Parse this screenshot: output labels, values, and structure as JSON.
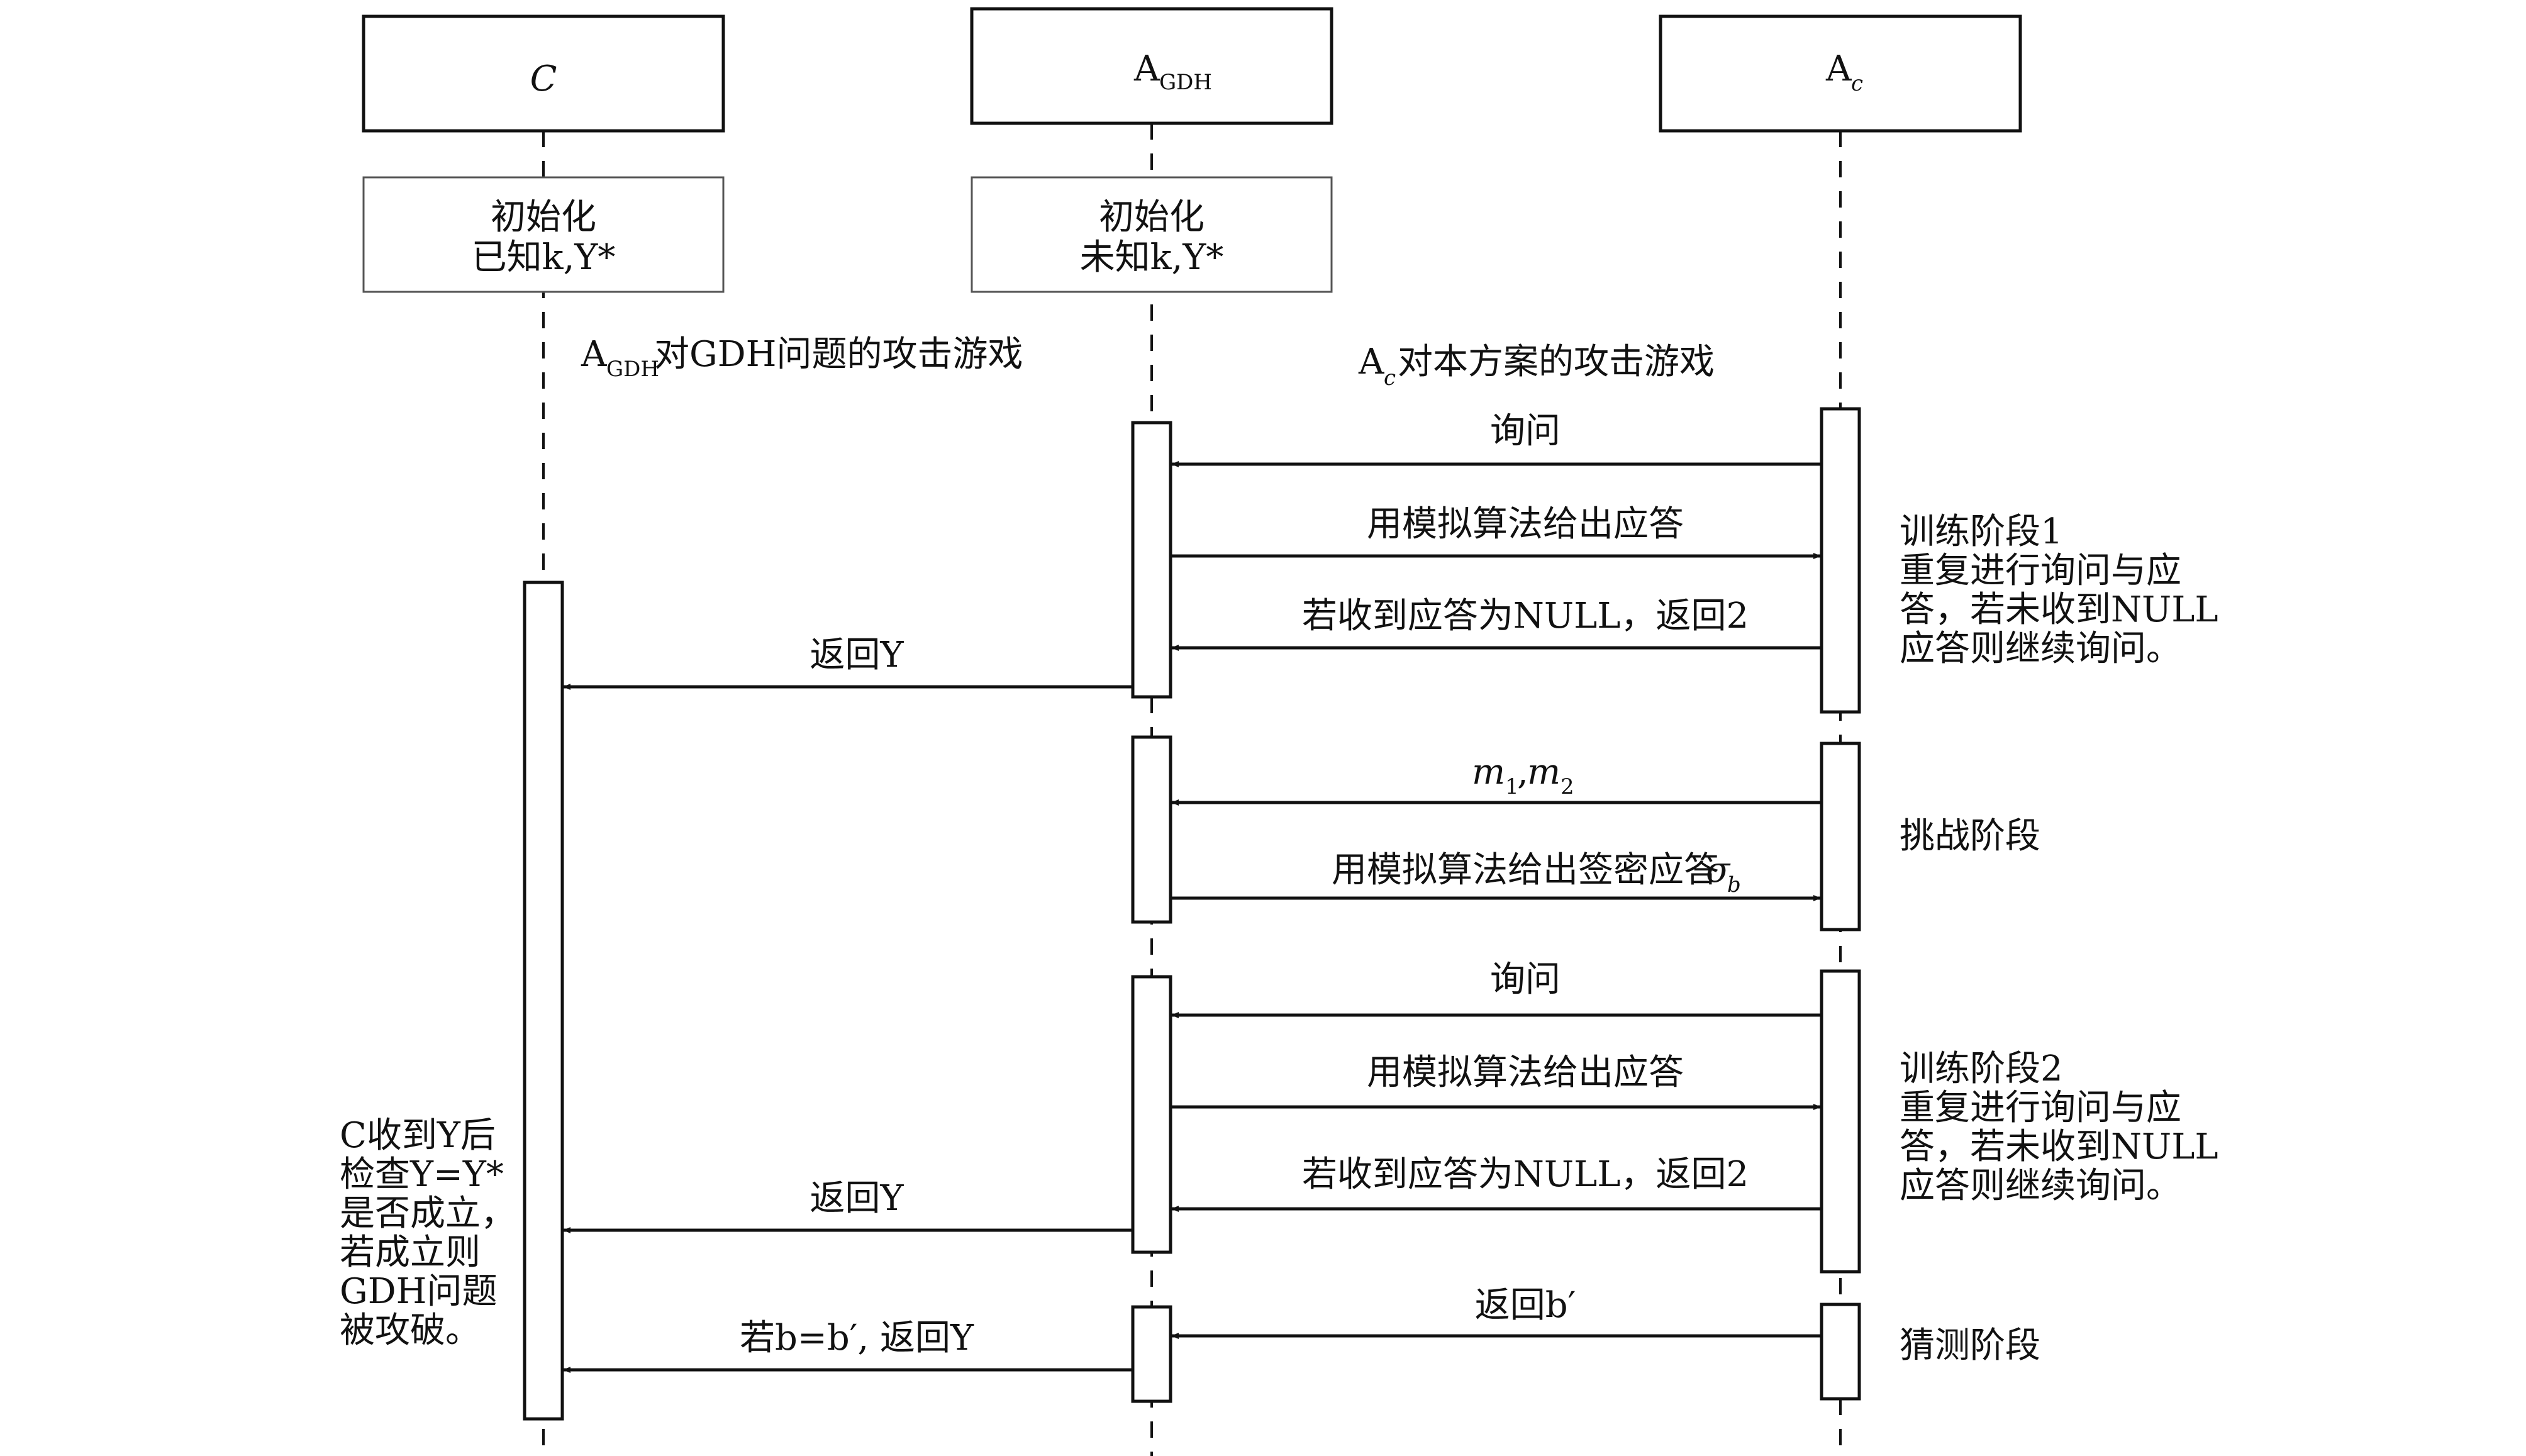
{
  "participants": {
    "c": {
      "name": "C"
    },
    "agdh": {
      "name": "A",
      "sub": "GDH"
    },
    "ac": {
      "name": "A",
      "sub": "c"
    }
  },
  "init": {
    "c": {
      "line1": "初始化",
      "line2": "已知k,Y*"
    },
    "agdh": {
      "line1": "初始化",
      "line2": "未知k,Y*"
    }
  },
  "game_titles": {
    "agdh": {
      "a": "A",
      "sub": "GDH",
      "rest": "对GDH问题的攻击游戏"
    },
    "ac": {
      "a": "A",
      "sub": "c",
      "rest": "对本方案的攻击游戏"
    }
  },
  "messages": {
    "query1": "询问",
    "sim1": "用模拟算法给出应答",
    "null1": "若收到应答为NULL，返回2",
    "returnY1": "返回Y",
    "m1m2": "m1,m2",
    "m1m2_parts": {
      "m": "m",
      "s1": "1",
      "comma": ",",
      "m2": "m",
      "s2": "2"
    },
    "signcrypt": "用模拟算法给出签密应答",
    "sigma": "σ",
    "sigma_sub": "b",
    "query2": "询问",
    "sim2": "用模拟算法给出应答",
    "null2": "若收到应答为NULL，返回2",
    "returnY2": "返回Y",
    "returnB": "返回b′",
    "ifReturn": "若b=b′, 返回Y"
  },
  "phases": {
    "train1": [
      "训练阶段1",
      "重复进行询问与应",
      "答，若未收到NULL",
      "应答则继续询问。"
    ],
    "challenge": "挑战阶段",
    "train2": [
      "训练阶段2",
      "重复进行询问与应",
      "答，若未收到NULL",
      "应答则继续询问。"
    ],
    "guess": "猜测阶段"
  },
  "c_note": [
    "C收到Y后",
    "检查Y=Y*",
    "是否成立，",
    "若成立则",
    "GDH问题",
    "被攻破。"
  ]
}
